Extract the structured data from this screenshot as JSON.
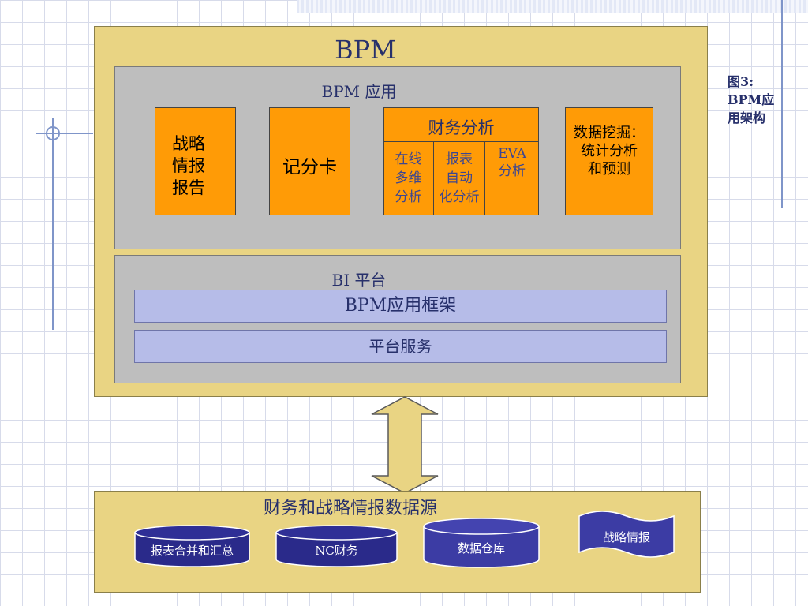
{
  "diagram": {
    "title": "BPM",
    "app_layer": {
      "title": "BPM 应用",
      "strategy_report": [
        "战略",
        "情报",
        "报告"
      ],
      "scorecard": "记分卡",
      "finance_analysis": {
        "title": "财务分析",
        "online_multidim": [
          "在线",
          "多维",
          "分析"
        ],
        "auto_report": [
          "报表",
          "自动",
          "化分析"
        ],
        "eva": [
          "EVA",
          "分析"
        ]
      },
      "data_mining": [
        "数据挖掘：",
        "统计分析",
        "和预测"
      ]
    },
    "bi_platform": {
      "title": "BI 平台",
      "framework": "BPM应用框架",
      "services": "平台服务"
    },
    "data_sources": {
      "title": "财务和战略情报数据源",
      "items": [
        "报表合并和汇总",
        "NC财务",
        "数据仓库",
        "战略情报"
      ]
    },
    "caption": [
      "图3:",
      "BPM应",
      "用架构"
    ]
  },
  "colors": {
    "outer_fill": "#e9d483",
    "panel_fill": "#bebebe",
    "orange_box": "#ff9b06",
    "bar_fill": "#b6bce8",
    "cylinder_fill": "#2a2a8a",
    "text_navy": "#27306b"
  }
}
